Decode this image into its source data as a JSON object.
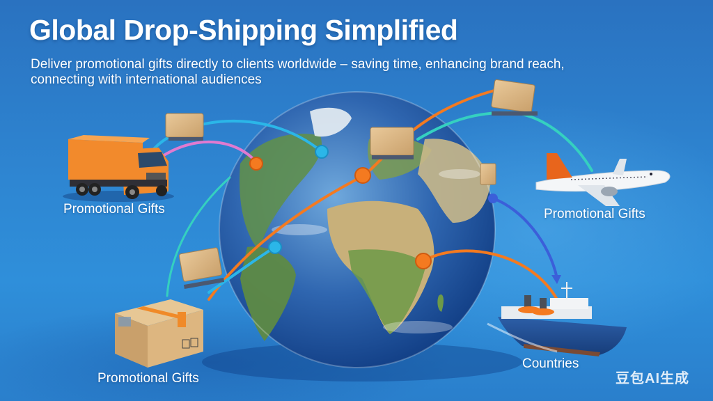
{
  "header": {
    "title": "Global Drop-Shipping Simplified",
    "subtitle": "Deliver promotional gifts directly to clients worldwide – saving time, enhancing brand reach, connecting with international audiences"
  },
  "labels": {
    "truck": "Promotional Gifts",
    "plane": "Promotional Gifts",
    "box": "Promotional Gifts",
    "ship": "Countries"
  },
  "watermark": "豆包AI生成",
  "illustration": {
    "center": "globe-icon",
    "vehicles": [
      "truck-icon",
      "airplane-icon",
      "cargo-ship-icon",
      "cardboard-box-icon"
    ],
    "route_colors": [
      "#f47a20",
      "#2bb6e8",
      "#35d0c0",
      "#e07ad0",
      "#3b5fd9"
    ],
    "background": "#2e86d2"
  }
}
